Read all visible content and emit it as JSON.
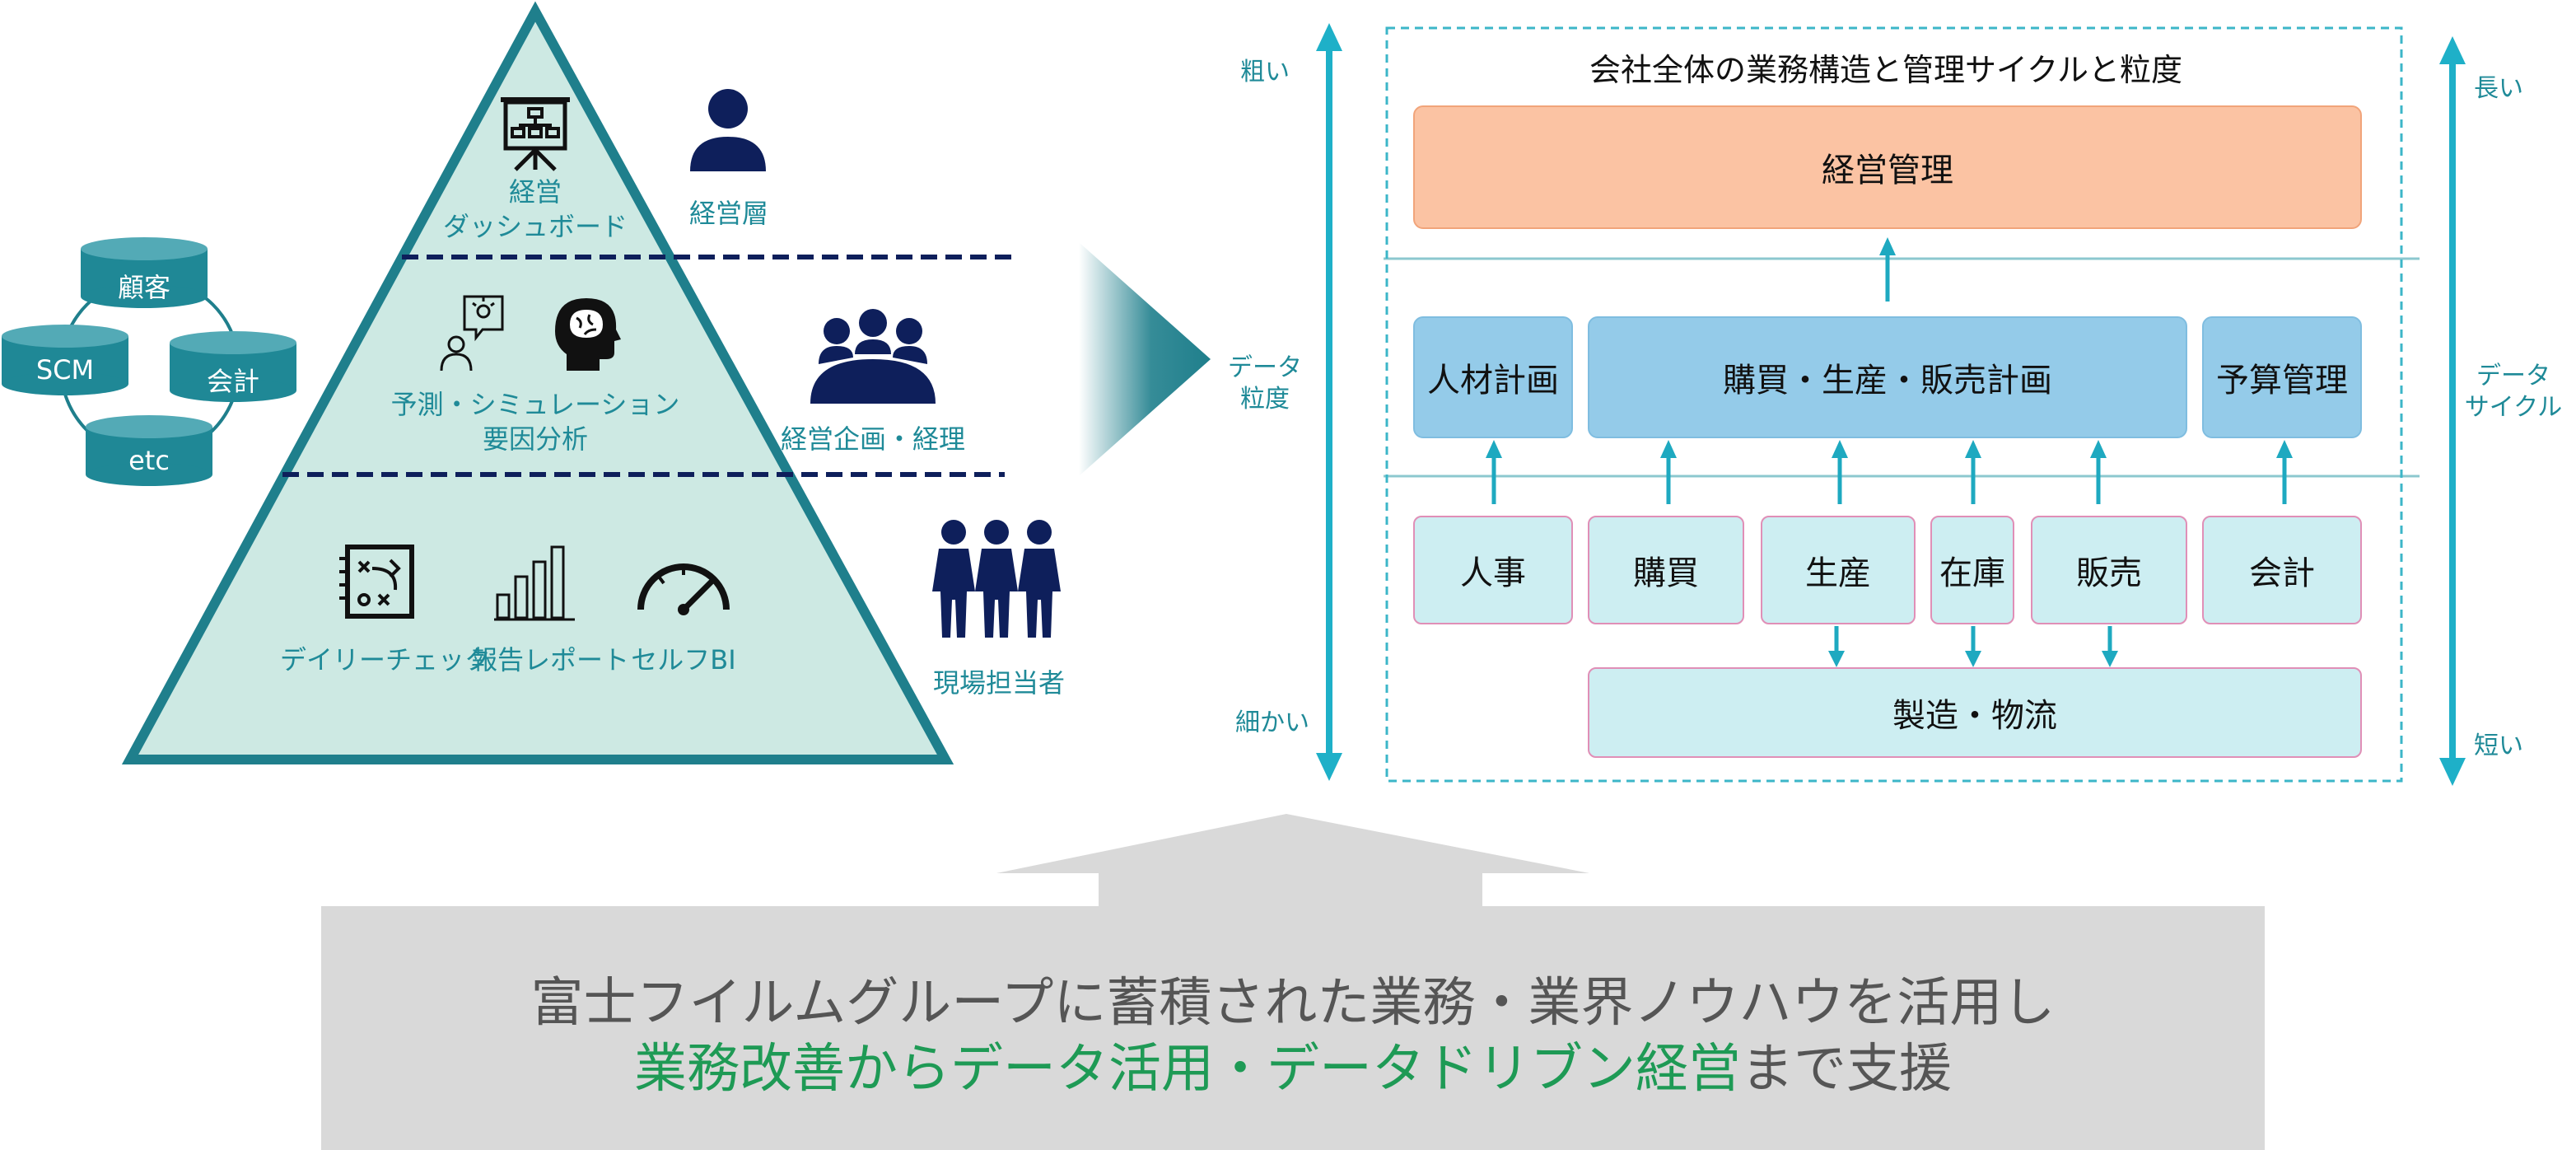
{
  "pyramid": {
    "top_label": [
      "経営",
      "ダッシュボード"
    ],
    "middle_label": [
      "予測・シミュレーション",
      "要因分析"
    ],
    "bottom_labels": [
      "デイリーチェック",
      "報告レポート",
      "セルフBI"
    ]
  },
  "roles": {
    "top": "経営層",
    "middle": "経営企画・経理",
    "bottom": "現場担当者"
  },
  "sources": [
    "顧客",
    "SCM",
    "会計",
    "etc"
  ],
  "left_axis": {
    "top": "粗い",
    "middle": [
      "データ",
      "粒度"
    ],
    "bottom": "細かい"
  },
  "right_axis": {
    "top": "長い",
    "middle": [
      "データ",
      "サイクル"
    ],
    "bottom": "短い"
  },
  "structure": {
    "title": "会社全体の業務構造と管理サイクルと粒度",
    "top_box": "経営管理",
    "middle_boxes": [
      "人材計画",
      "購買・生産・販売計画",
      "予算管理"
    ],
    "bottom_boxes": [
      "人事",
      "購買",
      "生産",
      "在庫",
      "販売",
      "会計"
    ],
    "base_box": "製造・物流"
  },
  "banner": {
    "line1": "富士フイルムグループに蓄積された業務・業界ノウハウを活用し",
    "line2_highlight": "業務改善からデータ活用・データドリブン経営",
    "line2_rest": "まで支援"
  },
  "colors": {
    "teal": "#1f8a98",
    "navy": "#0e1f5b",
    "pyramid_fill": "#cde9e3",
    "box_blue": "#94cbe9",
    "box_pink": "#cdeef2",
    "box_orange": "#fbc3a3",
    "banner_green": "#1e9a55"
  }
}
